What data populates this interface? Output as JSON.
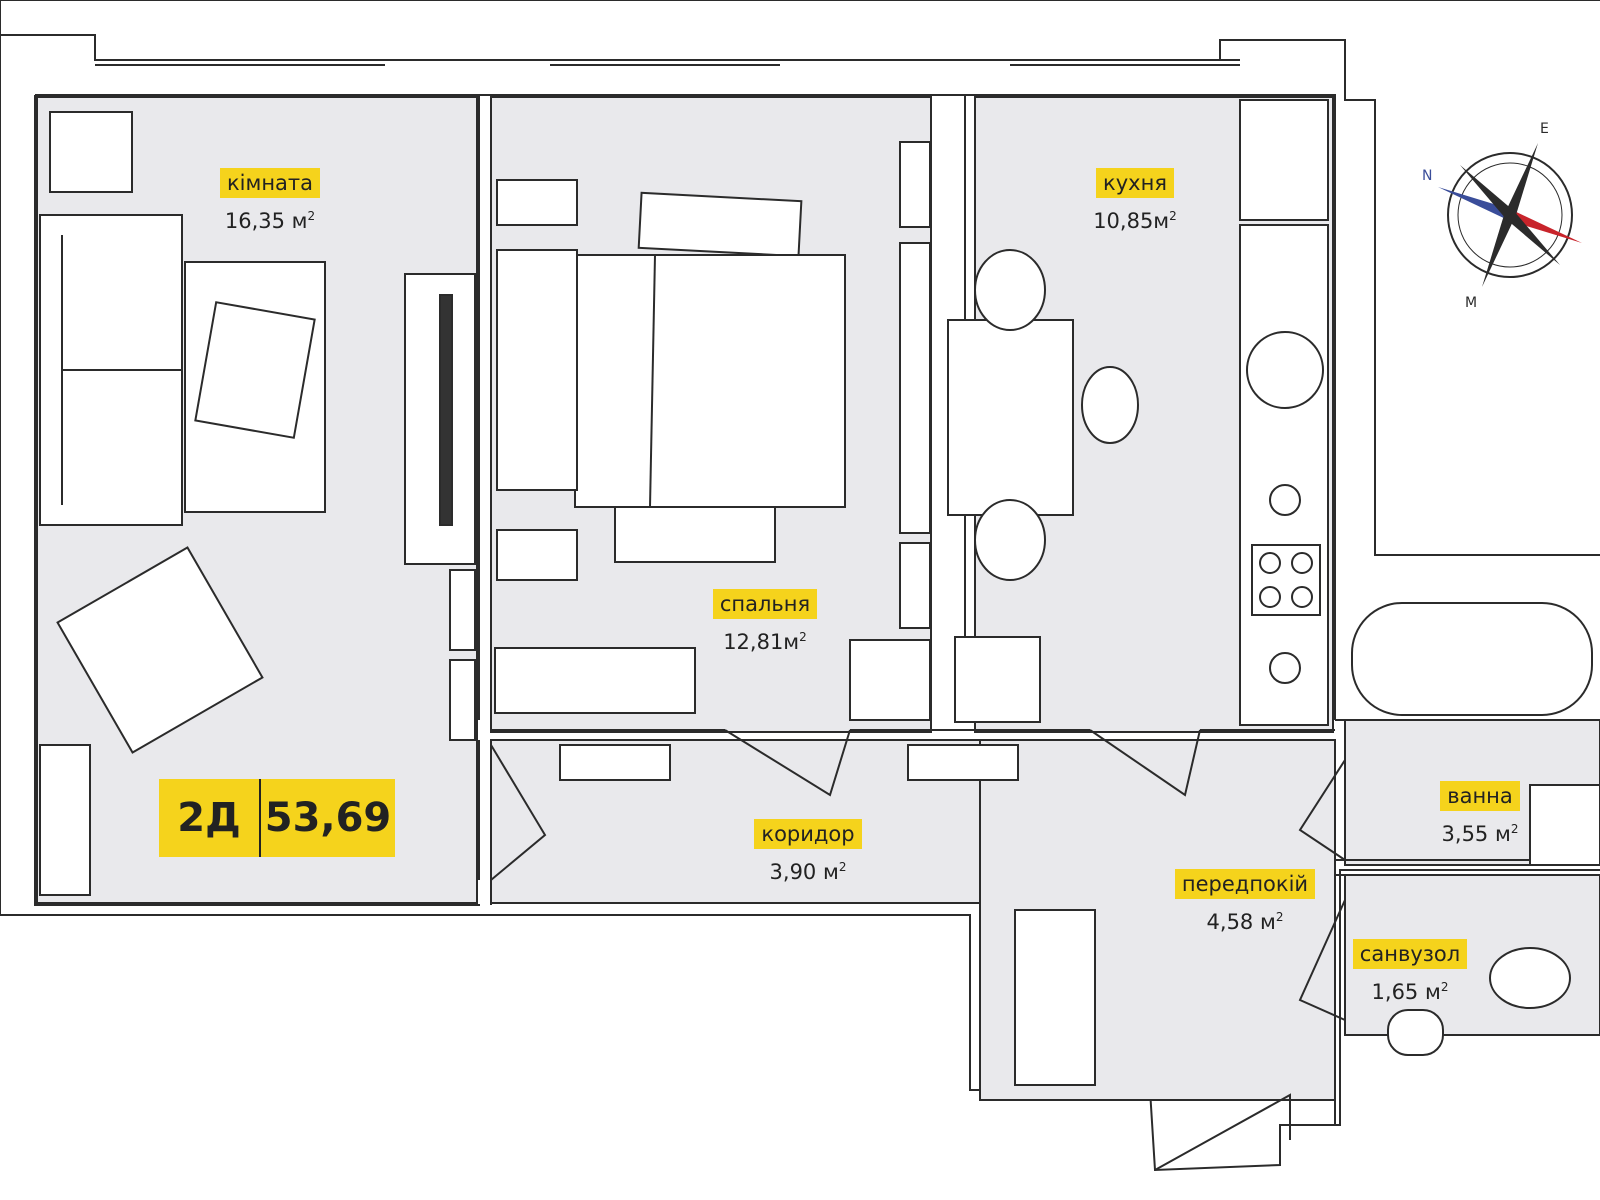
{
  "rooms": {
    "living": {
      "name": "кімната",
      "area": "16,35 м",
      "unit_sup": "2"
    },
    "bedroom": {
      "name": "спальня",
      "area": "12,81м",
      "unit_sup": "2"
    },
    "kitchen": {
      "name": "кухня",
      "area": "10,85м",
      "unit_sup": "2"
    },
    "corridor": {
      "name": "коридор",
      "area": "3,90 м",
      "unit_sup": "2"
    },
    "hallway": {
      "name": "передпокій",
      "area": "4,58 м",
      "unit_sup": "2"
    },
    "bathroom": {
      "name": "ванна",
      "area": "3,55 м",
      "unit_sup": "2"
    },
    "toilet": {
      "name": "санвузол",
      "area": "1,65 м",
      "unit_sup": "2"
    }
  },
  "apartment": {
    "code": "2Д",
    "total_area": "53,69"
  },
  "compass": {
    "north": "N",
    "east": "E",
    "south": "M"
  },
  "colors": {
    "floor": "#e9e9ec",
    "wall": "#2b2b2b",
    "accent": "#f5d31c",
    "compass_north": "#3a4d9a",
    "compass_south": "#c8242b"
  }
}
